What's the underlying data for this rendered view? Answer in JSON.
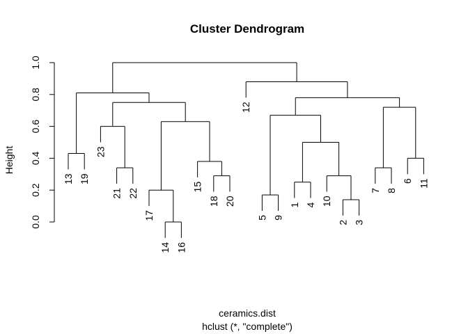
{
  "chart_data": {
    "type": "dendrogram",
    "title": "Cluster Dendrogram",
    "xlabel": "ceramics.dist",
    "sublabel": "hclust (*, \"complete\")",
    "ylabel": "Height",
    "ylim": [
      0,
      1
    ],
    "yticks": [
      "0.0",
      "0.2",
      "0.4",
      "0.6",
      "0.8",
      "1.0"
    ],
    "leaf_order": [
      "13",
      "19",
      "23",
      "21",
      "22",
      "17",
      "14",
      "16",
      "15",
      "18",
      "20",
      "12",
      "5",
      "9",
      "1",
      "4",
      "10",
      "2",
      "3",
      "7",
      "8",
      "6",
      "11"
    ],
    "merges": [
      {
        "a": "14",
        "b": "16",
        "height": 0.0
      },
      {
        "a": "2",
        "b": "3",
        "height": 0.14
      },
      {
        "a": "5",
        "b": "9",
        "height": 0.17
      },
      {
        "a": "17",
        "b": "14+16",
        "height": 0.2
      },
      {
        "a": "1",
        "b": "4",
        "height": 0.25
      },
      {
        "a": "18",
        "b": "20",
        "height": 0.29
      },
      {
        "a": "10",
        "b": "2+3",
        "height": 0.29
      },
      {
        "a": "21",
        "b": "22",
        "height": 0.34
      },
      {
        "a": "7",
        "b": "8",
        "height": 0.34
      },
      {
        "a": "15",
        "b": "18+20",
        "height": 0.38
      },
      {
        "a": "6",
        "b": "11",
        "height": 0.4
      },
      {
        "a": "13",
        "b": "19",
        "height": 0.43
      },
      {
        "a": "1+4",
        "b": "10+2+3",
        "height": 0.5
      },
      {
        "a": "23",
        "b": "21+22",
        "height": 0.6
      },
      {
        "a": "17+14+16",
        "b": "15+18+20",
        "height": 0.63
      },
      {
        "a": "5+9",
        "b": "1+4+10+2+3",
        "height": 0.67
      },
      {
        "a": "7+8",
        "b": "6+11",
        "height": 0.72
      },
      {
        "a": "23+21+22",
        "b": "17+14+16+15+18+20",
        "height": 0.75
      },
      {
        "a": "5+9+1+4+10+2+3",
        "b": "7+8+6+11",
        "height": 0.78
      },
      {
        "a": "13+19",
        "b": "23+21+22+17+14+16+15+18+20",
        "height": 0.81
      },
      {
        "a": "12",
        "b": "5+9+1+4+10+2+3+7+8+6+11",
        "height": 0.88
      },
      {
        "a": "13+19+23+21+22+17+14+16+15+18+20",
        "b": "12+5+9+1+4+10+2+3+7+8+6+11",
        "height": 1.0
      }
    ]
  }
}
